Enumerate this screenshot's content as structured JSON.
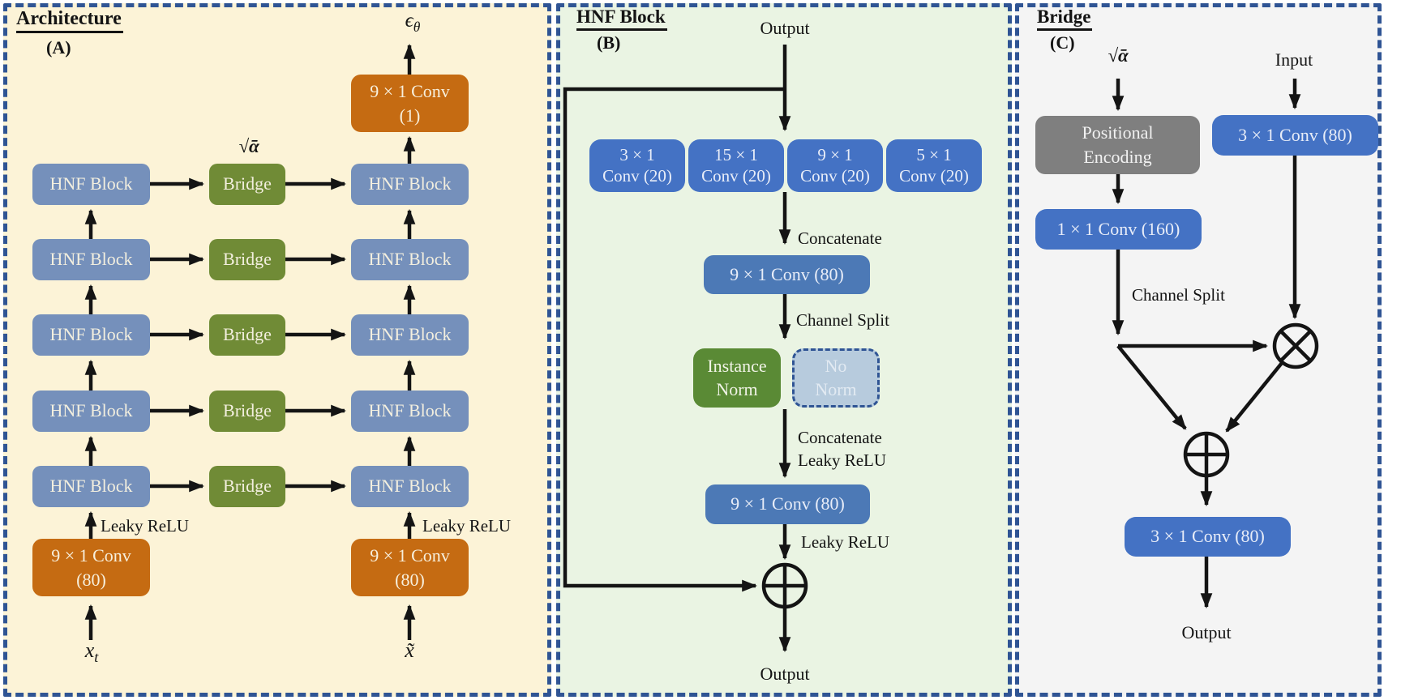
{
  "colors": {
    "panel_border": "#2F5494",
    "panel_a_bg": "#FCF3D7",
    "panel_b_bg": "#EAF4E3",
    "panel_c_bg": "#F4F4F4",
    "hnf_blue": "#7590BB",
    "bridge_green": "#708B36",
    "conv_orange": "#C56B12",
    "royal_blue": "#4472C4",
    "conv80_blue": "#4C79B6",
    "instance_norm_green": "#5A8A35",
    "no_norm_blue": "#B7CBDD",
    "positional_gray": "#7F7F7F",
    "arrow_black": "#141414"
  },
  "panel_a": {
    "title": "Architecture",
    "tag": "(A)",
    "epsilon_base": "ϵ",
    "epsilon_sub": "θ",
    "sqrt_alpha": "√ᾱ",
    "hnf_label": "HNF Block",
    "bridge_label": "Bridge",
    "conv_top_line1": "9 × 1 Conv",
    "conv_top_line2": "(1)",
    "conv_in_line1": "9 × 1 Conv",
    "conv_in_line2": "(80)",
    "leaky_relu": "Leaky ReLU",
    "input_left_base": "x",
    "input_left_sub": "t",
    "input_right": "x̃"
  },
  "panel_b": {
    "title": "HNF Block",
    "tag": "(B)",
    "output_top": "Output",
    "conv_branches": [
      {
        "line1": "3 × 1",
        "line2": "Conv (20)"
      },
      {
        "line1": "15 × 1",
        "line2": "Conv (20)"
      },
      {
        "line1": "9 × 1",
        "line2": "Conv (20)"
      },
      {
        "line1": "5 × 1",
        "line2": "Conv (20)"
      }
    ],
    "concatenate": "Concatenate",
    "conv_mid": "9 × 1 Conv (80)",
    "channel_split": "Channel Split",
    "instance_norm_line1": "Instance",
    "instance_norm_line2": "Norm",
    "no_norm_line1": "No",
    "no_norm_line2": "Norm",
    "concat_leaky_line1": "Concatenate",
    "concat_leaky_line2": "Leaky ReLU",
    "conv_out": "9 × 1 Conv (80)",
    "leaky_relu": "Leaky ReLU",
    "output_bottom": "Output"
  },
  "panel_c": {
    "title": "Bridge",
    "tag": "(C)",
    "sqrt_alpha": "√ᾱ",
    "input": "Input",
    "pos_enc_line1": "Positional",
    "pos_enc_line2": "Encoding",
    "conv_right": "3 × 1 Conv (80)",
    "conv_left": "1 × 1 Conv (160)",
    "channel_split": "Channel Split",
    "conv_bottom": "3 × 1 Conv (80)",
    "output": "Output"
  }
}
